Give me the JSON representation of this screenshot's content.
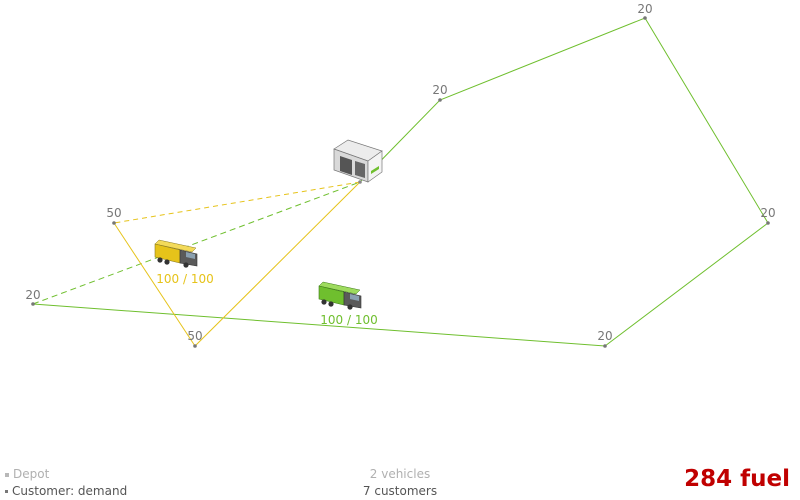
{
  "colors": {
    "route_green": "#6fbf2e",
    "route_yellow": "#e6c31a",
    "fuel_red": "#c00000",
    "label_gray": "#777777"
  },
  "customers": [
    {
      "id": "c1",
      "demand": "20"
    },
    {
      "id": "c2",
      "demand": "20"
    },
    {
      "id": "c3",
      "demand": "20"
    },
    {
      "id": "c4",
      "demand": "20"
    },
    {
      "id": "c5",
      "demand": "20"
    },
    {
      "id": "c6",
      "demand": "50"
    },
    {
      "id": "c7",
      "demand": "50"
    }
  ],
  "vehicles": [
    {
      "id": "yellow",
      "color": "#e6c31a",
      "load": "100 / 100",
      "route": [
        "depot",
        "c6",
        "c7",
        "depot"
      ]
    },
    {
      "id": "green",
      "color": "#6fbf2e",
      "load": "100 / 100",
      "route": [
        "depot",
        "c1",
        "c2",
        "c3",
        "c4",
        "c5",
        "depot"
      ]
    }
  ],
  "legend": {
    "depot": "Depot",
    "customer": "Customer: demand"
  },
  "stats": {
    "vehicles": "2 vehicles",
    "customers": "7 customers"
  },
  "score": {
    "fuel": "284 fuel"
  }
}
